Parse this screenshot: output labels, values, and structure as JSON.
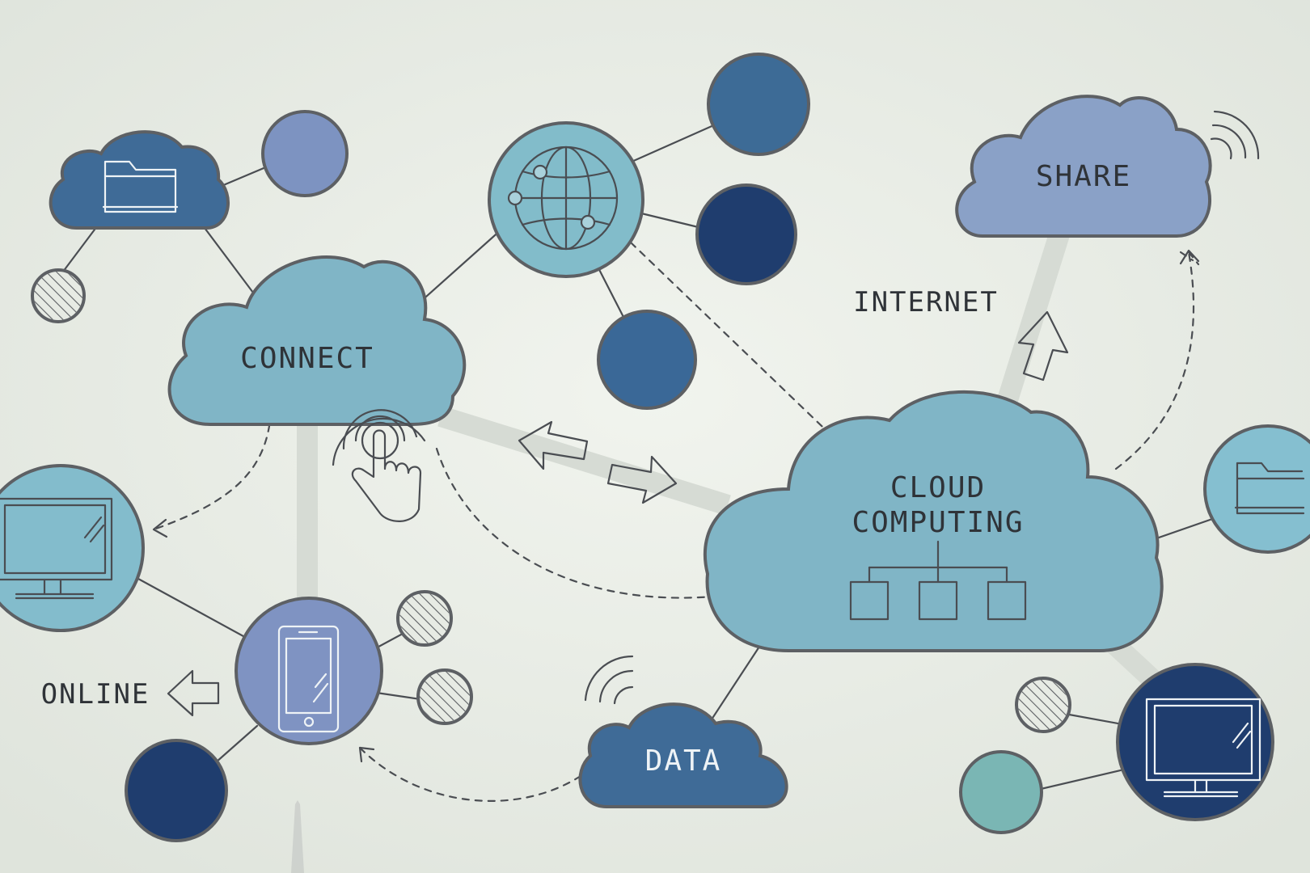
{
  "diagram": {
    "labels": {
      "connect": "CONNECT",
      "share": "SHARE",
      "internet": "INTERNET",
      "cloud_computing_line1": "CLOUD",
      "cloud_computing_line2": "COMPUTING",
      "online": "ONLINE",
      "data": "DATA"
    },
    "colors": {
      "background": "#e9ede6",
      "light_teal": "#7fb4c5",
      "mid_blue": "#3e6d96",
      "dark_navy": "#1f3d6e",
      "lavender": "#8ea3c8",
      "sea_green": "#7db8b6",
      "outline": "#5d6064"
    },
    "icons": [
      "folder-icon",
      "globe-icon",
      "touch-hand-icon",
      "monitor-icon",
      "smartphone-icon",
      "hierarchy-chart-icon",
      "wifi-signal-icon",
      "arrow-up-icon",
      "arrow-left-icon",
      "double-arrow-icon"
    ]
  }
}
